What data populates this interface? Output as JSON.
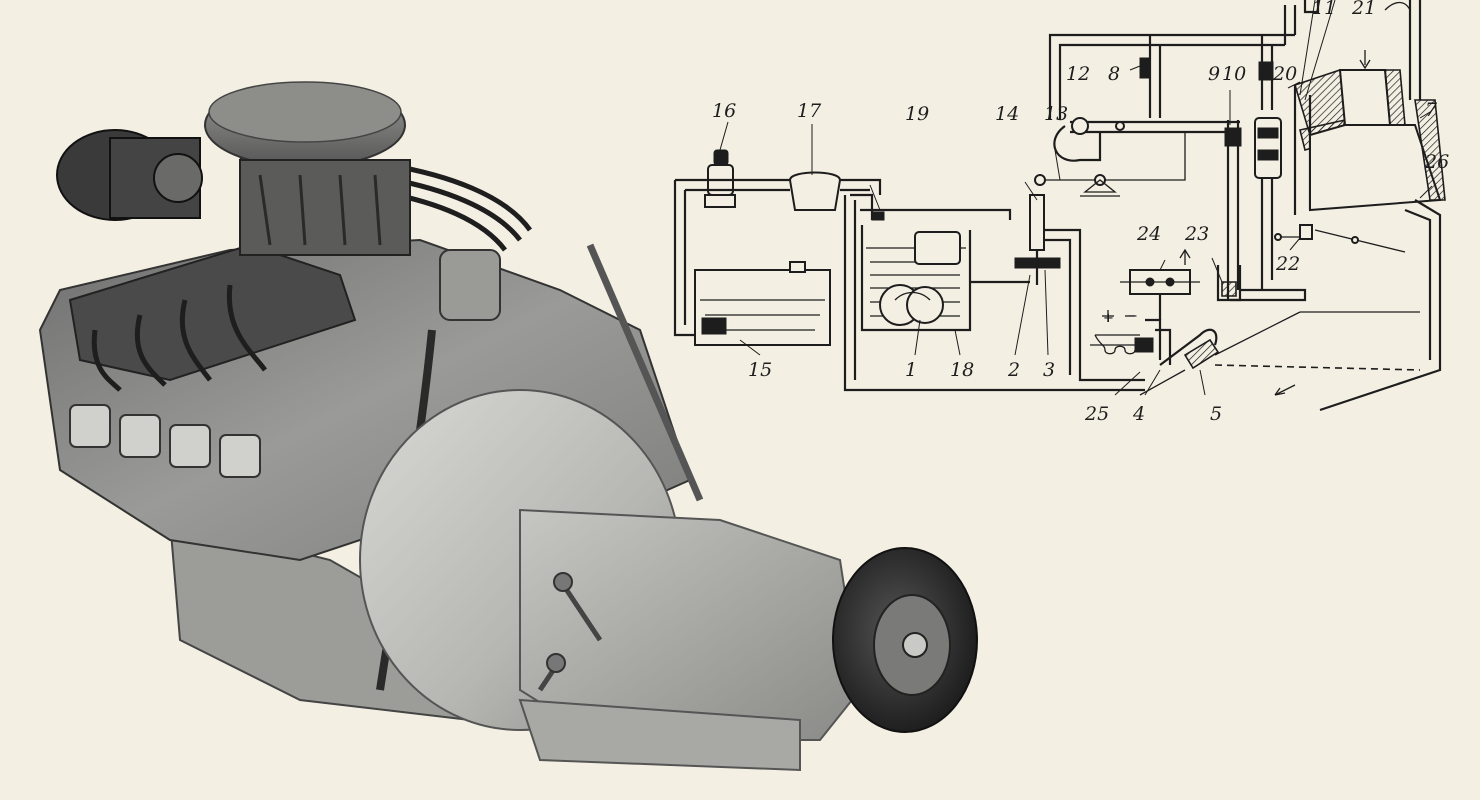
{
  "callouts": [
    {
      "id": "c1",
      "label": "1"
    },
    {
      "id": "c2",
      "label": "2"
    },
    {
      "id": "c3",
      "label": "3"
    },
    {
      "id": "c4",
      "label": "4"
    },
    {
      "id": "c5",
      "label": "5"
    },
    {
      "id": "c7",
      "label": "7"
    },
    {
      "id": "c8",
      "label": "8"
    },
    {
      "id": "c9",
      "label": "9"
    },
    {
      "id": "c10",
      "label": "10"
    },
    {
      "id": "c11",
      "label": "11"
    },
    {
      "id": "c12",
      "label": "12"
    },
    {
      "id": "c13",
      "label": "13"
    },
    {
      "id": "c14",
      "label": "14"
    },
    {
      "id": "c15",
      "label": "15"
    },
    {
      "id": "c16",
      "label": "16"
    },
    {
      "id": "c17",
      "label": "17"
    },
    {
      "id": "c18",
      "label": "18"
    },
    {
      "id": "c19",
      "label": "19"
    },
    {
      "id": "c20",
      "label": "20"
    },
    {
      "id": "c21",
      "label": "21"
    },
    {
      "id": "c22",
      "label": "22"
    },
    {
      "id": "c23",
      "label": "23"
    },
    {
      "id": "c24",
      "label": "24"
    },
    {
      "id": "c25",
      "label": "25"
    },
    {
      "id": "c26",
      "label": "26"
    }
  ],
  "symbols": {
    "plus": "+",
    "minus": "−"
  },
  "colors": {
    "paper": "#f4efe3",
    "ink": "#1d1d1d",
    "engine_dark": "#3a3a3a",
    "engine_mid": "#8c8c8c",
    "engine_light": "#c9c9c6"
  }
}
